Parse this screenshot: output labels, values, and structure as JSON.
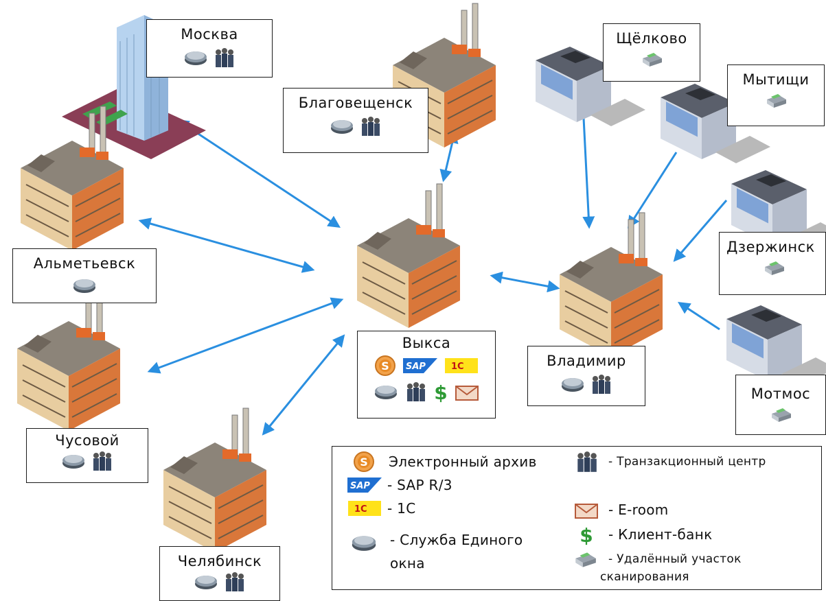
{
  "nodes": {
    "moscow": "Москва",
    "blagoveshchensk": "Благовещенск",
    "shchelkovo": "Щёлково",
    "mytishchi": "Мытищи",
    "almetyevsk": "Альметьевск",
    "vyksa": "Выкса",
    "vladimir": "Владимир",
    "dzerzhinsk": "Дзержинск",
    "chusovoy": "Чусовой",
    "motmos": "Мотмос",
    "chelyabinsk": "Челябинск"
  },
  "legend": {
    "archive": "Электронный архив",
    "sap": "- SAP R/3",
    "onec": "- 1С",
    "single_window_1": "- Служба Единого",
    "single_window_2": "окна",
    "transaction": "- Транзакционный центр",
    "eroom": "- E-room",
    "client_bank": "- Клиент-банк",
    "remote_1": "- Удалённый участок",
    "remote_2": "сканирования"
  },
  "icon_labels": {
    "sap_logo": "SAP",
    "onec_logo": "1С"
  },
  "colors": {
    "arrow": "#2a8fe0",
    "brick": "#d9773a",
    "wall": "#e8cda0",
    "roof": "#8c8479",
    "tower": "#a9c6e6"
  }
}
